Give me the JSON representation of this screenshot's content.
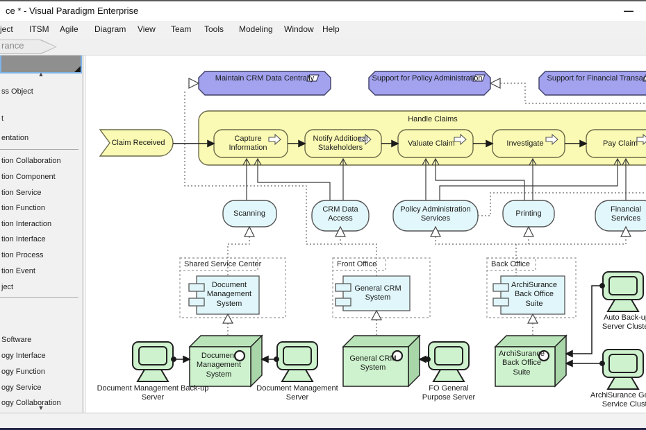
{
  "window": {
    "title": "ce * - Visual Paradigm Enterprise",
    "minimize_glyph": "—"
  },
  "menu": {
    "items": [
      "ject",
      "ITSM",
      "Agile",
      "Diagram",
      "View",
      "Team",
      "Tools",
      "Modeling",
      "Window",
      "Help"
    ]
  },
  "breadcrumb": {
    "label": "rance"
  },
  "palette": {
    "scroll_up": "▲",
    "scroll_down": "▼",
    "items": [
      "ss Object",
      "t",
      "entation",
      "tion Collaboration",
      "tion Component",
      "tion Service",
      "tion Function",
      "tion Interaction",
      "tion Interface",
      "tion Process",
      "tion Event",
      "ject",
      "Software",
      "ogy Interface",
      "ogy Function",
      "ogy Service",
      "ogy Collaboration"
    ]
  },
  "diagram": {
    "services_top": [
      {
        "label": "Maintain CRM Data Centrally"
      },
      {
        "label": "Support for Policy Administration"
      },
      {
        "label": "Support for Financial Transactions"
      }
    ],
    "event": {
      "label": "Claim Received"
    },
    "process_group": {
      "label": "Handle Claims",
      "processes": [
        "Capture Information",
        "Notify Additional Stakeholders",
        "Valuate Claim",
        "Investigate",
        "Pay Claim"
      ]
    },
    "app_services": [
      "Scanning",
      "CRM Data Access",
      "Policy Administration Services",
      "Printing",
      "Financial Services"
    ],
    "groups": [
      {
        "label": "Shared Service Center",
        "component": "Document Management System"
      },
      {
        "label": "Front Office",
        "component": "General CRM System"
      },
      {
        "label": "Back Office",
        "component": "ArchiSurance Back Office Suite"
      }
    ],
    "nodes": [
      "Document Management System",
      "General CRM System",
      "ArchiSurance Back Office Suite"
    ],
    "servers": [
      "Document Management Back-up Server",
      "Document Management Server",
      "FO General Purpose Server",
      "Auto Back-up Server Cluster",
      "ArchiSurance General Service Cluster"
    ]
  },
  "colors": {
    "top_service_fill": "#a2a2ef",
    "process_fill": "#fafab4",
    "app_service_fill": "#e2f7fb",
    "node_fill": "#cdf2cd",
    "chrome": "#f1f1f1",
    "selection_blue": "#7eb4ea"
  }
}
